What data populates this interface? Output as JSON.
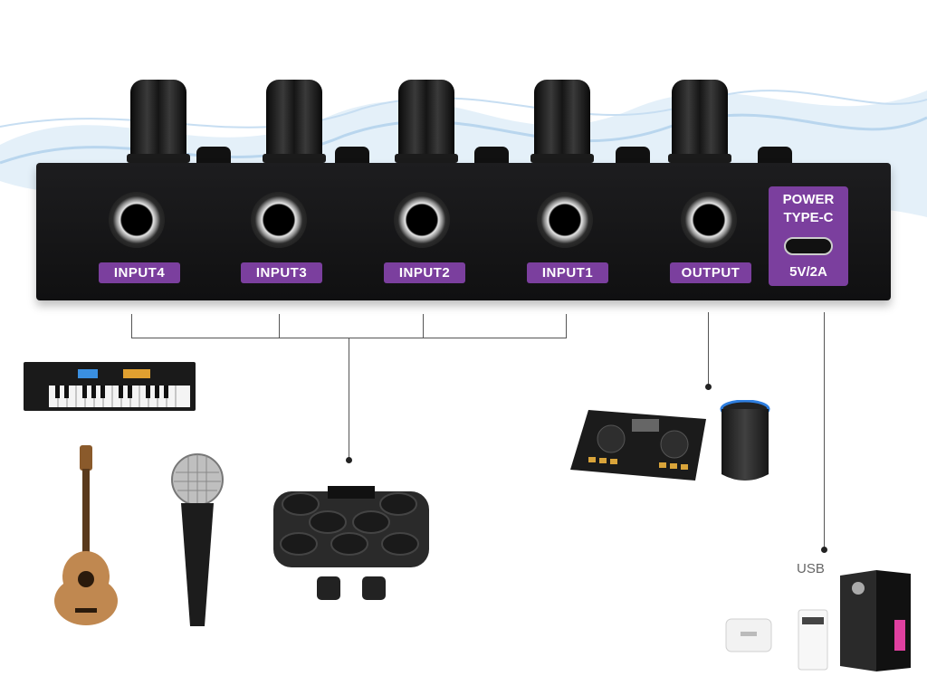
{
  "mixer": {
    "inputs": [
      "INPUT4",
      "INPUT3",
      "INPUT2",
      "INPUT1"
    ],
    "output_label": "OUTPUT",
    "power_line1": "POWER",
    "power_line2": "TYPE-C",
    "power_spec": "5V/2A"
  },
  "connections": {
    "usb_label": "USB"
  },
  "colors": {
    "label_bg": "#7b3f9e",
    "panel": "#151516",
    "background": "#ffffff"
  },
  "devices": {
    "input_side": [
      "keyboard-synth-icon",
      "ukulele-icon",
      "microphone-icon",
      "electronic-drum-pad-icon"
    ],
    "output_side": [
      "dj-controller-icon",
      "smart-speaker-icon"
    ],
    "power_side": [
      "usb-wall-charger-icon",
      "power-bank-icon",
      "desktop-pc-tower-icon"
    ]
  }
}
